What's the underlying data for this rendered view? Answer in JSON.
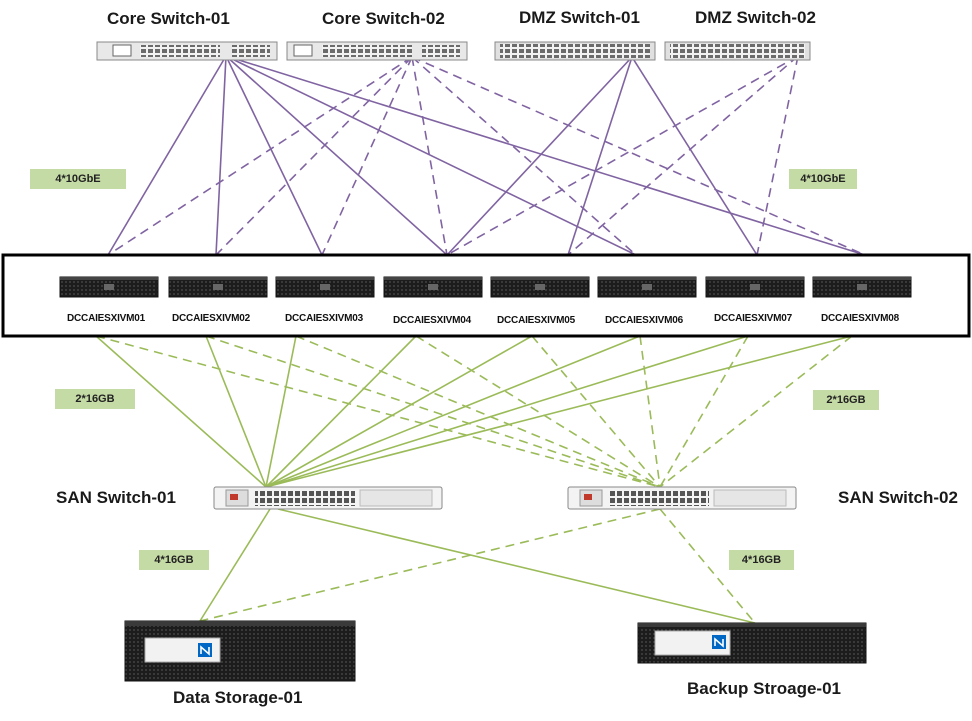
{
  "network_switches": [
    {
      "label": "Core Switch-01"
    },
    {
      "label": "Core Switch-02"
    },
    {
      "label": "DMZ Switch-01"
    },
    {
      "label": "DMZ Switch-02"
    }
  ],
  "hosts": [
    {
      "label": "DCCAIESXIVM01"
    },
    {
      "label": "DCCAIESXIVM02"
    },
    {
      "label": "DCCAIESXIVM03"
    },
    {
      "label": "DCCAIESXIVM04"
    },
    {
      "label": "DCCAIESXIVM05"
    },
    {
      "label": "DCCAIESXIVM06"
    },
    {
      "label": "DCCAIESXIVM07"
    },
    {
      "label": "DCCAIESXIVM08"
    }
  ],
  "san_switches": [
    {
      "label": "SAN Switch-01"
    },
    {
      "label": "SAN Switch-02"
    }
  ],
  "storage": [
    {
      "label": "Data Storage-01"
    },
    {
      "label": "Backup Stroage-01"
    }
  ],
  "link_labels": {
    "ethernet_left": "4*10GbE",
    "ethernet_right": "4*10GbE",
    "fc_host_left": "2*16GB",
    "fc_host_right": "2*16GB",
    "fc_storage_left": "4*16GB",
    "fc_storage_right": "4*16GB"
  },
  "colors": {
    "ethernet_link": "#8064a2",
    "fc_link": "#9bbb59",
    "badge_bg": "#c5dba5"
  }
}
